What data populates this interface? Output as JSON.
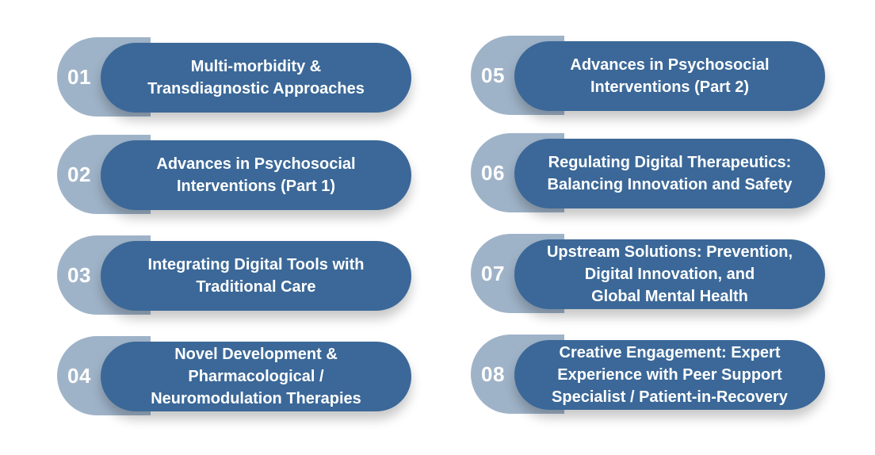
{
  "items": [
    {
      "number": "01",
      "title": "Multi-morbidity &\nTransdiagnostic Approaches"
    },
    {
      "number": "02",
      "title": "Advances in Psychosocial\nInterventions (Part 1)"
    },
    {
      "number": "03",
      "title": "Integrating Digital Tools with\nTraditional Care"
    },
    {
      "number": "04",
      "title": "Novel Development &\nPharmacological /\nNeuromodulation Therapies"
    },
    {
      "number": "05",
      "title": "Advances in Psychosocial\nInterventions (Part 2)"
    },
    {
      "number": "06",
      "title": "Regulating Digital Therapeutics:\nBalancing Innovation and Safety"
    },
    {
      "number": "07",
      "title": "Upstream Solutions: Prevention,\nDigital Innovation, and\nGlobal Mental Health"
    },
    {
      "number": "08",
      "title": "Creative Engagement: Expert\nExperience with Peer Support\nSpecialist / Patient-in-Recovery"
    }
  ],
  "colors": {
    "tab": "#9fb3c8",
    "pill": "#3b6898",
    "text": "#ffffff"
  }
}
